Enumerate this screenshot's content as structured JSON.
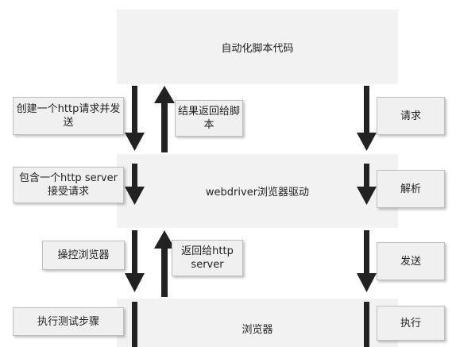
{
  "blocks": {
    "script": "自动化脚本代码",
    "driver": "webdriver浏览器驱动",
    "browser": "浏览器"
  },
  "left_labels": {
    "create_request": "创建一个http请求并发送",
    "http_server": "包含一个http server接受请求",
    "operate_browser": "操控浏览器",
    "execute_steps": "执行测试步骤"
  },
  "return_labels": {
    "result_return": "结果返回给脚本",
    "return_http_server": "返回给http server"
  },
  "right_labels": {
    "request": "请求",
    "parse": "解析",
    "send": "发送",
    "execute": "执行"
  },
  "colors": {
    "block_fill": "#f2f2f2",
    "label_fill": "#f0f0f0",
    "label_border": "#bfbfbf",
    "arrow": "#222222"
  }
}
